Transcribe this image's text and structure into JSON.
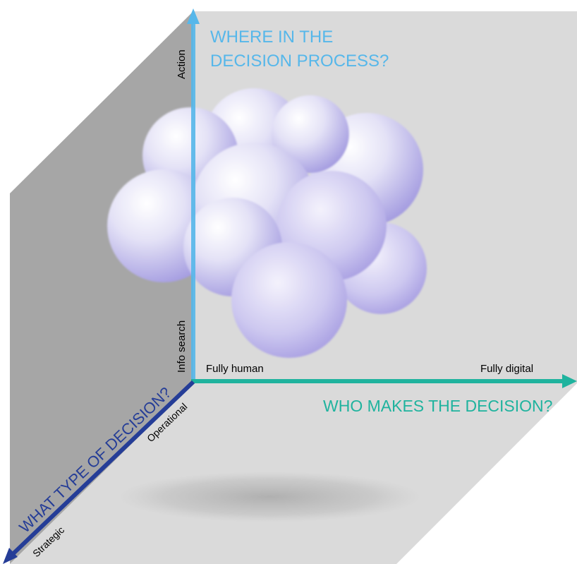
{
  "axes": {
    "vertical": {
      "title_line1": "WHERE IN THE",
      "title_line2": "DECISION PROCESS?",
      "high_label": "Action",
      "low_label": "Info search",
      "color": "#56b7ea"
    },
    "horizontal": {
      "title": "WHO MAKES THE DECISION?",
      "low_label": "Fully human",
      "high_label": "Fully digital",
      "color": "#1fb39e"
    },
    "diagonal": {
      "title": "WHAT TYPE OF DECISION?",
      "near_label": "Operational",
      "far_label": "Strategic",
      "color": "#253d97"
    }
  },
  "colors": {
    "plane_light": "#dadada",
    "plane_dark": "#a6a6a6",
    "cloud_light": "#f6f4fb",
    "cloud_mid": "#d2cff0",
    "cloud_dark": "#a9a0e0"
  }
}
